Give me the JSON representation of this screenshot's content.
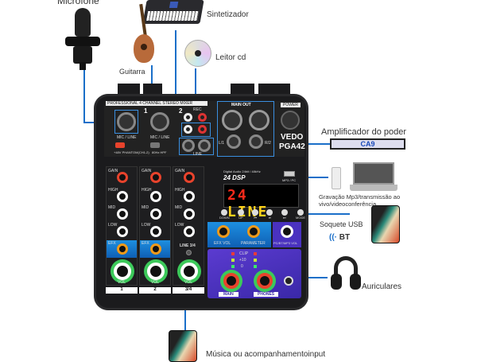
{
  "labels": {
    "microphone": "Microfone",
    "synthesizer": "Sintetizador",
    "guitar": "Guitarra",
    "cd_player": "Leitor cd",
    "power_amp": "Amplificador do poder",
    "mp3_recording": "Gravação Mp3/transmissão ao vivo/videoconferência",
    "usb_socket": "Soquete USB",
    "bt": "BT",
    "headphones": "Auriculares",
    "music_input": "Música ou acompanhamentoinput"
  },
  "mixer": {
    "header_text": "PROFESSIONAL 4 CHANNEL STEREO MIXER",
    "main_out": "MAIN OUT",
    "power": "POWER",
    "brand": "VEDO",
    "model": "PGA42",
    "rec": "REC",
    "line": "LINE",
    "mic_line_1": "MIC / LINE",
    "mic_line_2": "MIC / LINE",
    "phantom": "+48V PHANTOM(CH1-2)",
    "hpf": "80Hz HPF",
    "ch1": "1",
    "ch2": "2",
    "l1": "L/1",
    "r2": "R/2",
    "dsp_label": "24 DSP",
    "dsp_caption": "Digital Audio 24bit / 48kHz",
    "display_number": "24",
    "display_text": "LINE",
    "mp3_pc": "MP3 / PC",
    "buttons": [
      "DOWN",
      "UP",
      "⏮",
      "⏯",
      "⏭",
      "MODE"
    ],
    "eq_labels": [
      "GAIN",
      "HIGH",
      "MID",
      "LOW",
      "EFX"
    ],
    "line34": "LINE 3/4",
    "vol": "VOL",
    "channels": [
      "1",
      "2",
      "3/4"
    ],
    "efx_vol": "EFX VOL",
    "parameter": "PARAMETER",
    "pc_bt_vol": "PC/BT/MP3 VOL",
    "clip": "CLIP",
    "plus10": "+10",
    "zero": "0",
    "main": "MAIN",
    "phones": "PHONES"
  },
  "colors": {
    "accent_line": "#1a6fc9",
    "display_red": "#ff2a1a",
    "display_yellow": "#ffd21a",
    "knob_green": "#3cc95a",
    "purple_panel": "#4a32c0"
  }
}
